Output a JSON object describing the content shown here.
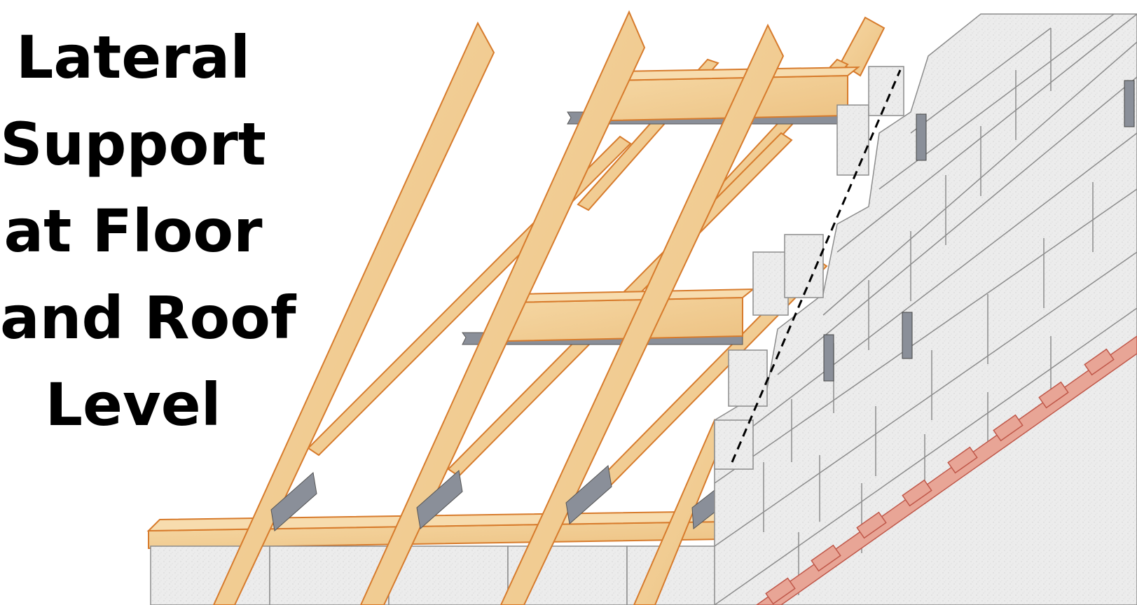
{
  "title": {
    "lines": [
      "Lateral",
      "Support",
      "at Floor",
      "and Roof",
      "Level"
    ]
  },
  "colors": {
    "timber_fill": "#f1c98a",
    "timber_edge": "#d77b2c",
    "block_fill": "#ebebeb",
    "block_edge": "#8c8c8c",
    "brick_fill": "#e8a596",
    "brick_edge": "#c0584a",
    "strap_fill": "#8a8f99",
    "text": "#000000"
  },
  "icons": {
    "support_line": "dashed-line",
    "restraint_strap": "metal-strap"
  }
}
